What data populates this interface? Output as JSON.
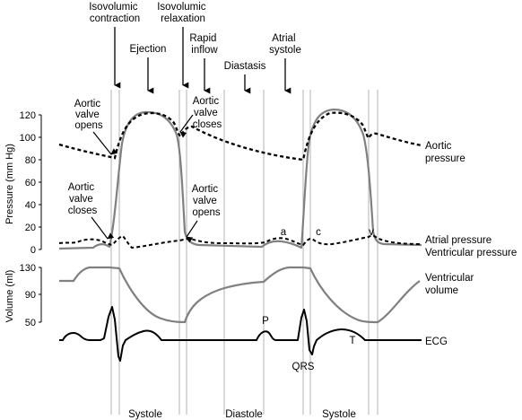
{
  "phases_top": {
    "isovolumic_contraction": [
      "Isovolumic",
      "contraction"
    ],
    "isovolumic_relaxation": [
      "Isovolumic",
      "relaxation"
    ],
    "ejection": "Ejection",
    "rapid_inflow": [
      "Rapid",
      "inflow"
    ],
    "diastasis": "Diastasis",
    "atrial_systole": [
      "Atrial",
      "systole"
    ]
  },
  "annotations": {
    "aortic_opens_top": [
      "Aortic",
      "valve",
      "opens"
    ],
    "aortic_closes_top": [
      "Aortic",
      "valve",
      "closes"
    ],
    "aortic_closes_low": [
      "Aortic",
      "valve",
      "closes"
    ],
    "aortic_opens_low": [
      "Aortic",
      "valve",
      "opens"
    ],
    "wave_a": "a",
    "wave_c": "c",
    "wave_v": "v",
    "ecg_p": "P",
    "ecg_qrs": "QRS",
    "ecg_t": "T"
  },
  "axes": {
    "pressure_label": "Pressure (mm Hg)",
    "pressure_ticks": [
      "120",
      "100",
      "80",
      "60",
      "40",
      "20",
      "0"
    ],
    "volume_label": "Volume (ml)",
    "volume_ticks": [
      "130",
      "90",
      "50"
    ]
  },
  "curve_labels": {
    "aortic_pressure": [
      "Aortic",
      "pressure"
    ],
    "atrial_pressure": "Atrial pressure",
    "ventricular_pressure": "Ventricular pressure",
    "ventricular_volume": [
      "Ventricular",
      "volume"
    ],
    "ecg": "ECG"
  },
  "bottom_labels": {
    "systole_1": "Systole",
    "diastole": "Diastole",
    "systole_2": "Systole"
  },
  "colors": {
    "ventricular_curve": "#808080",
    "aortic_curve": "#000000",
    "guide_line": "#b3b3b3"
  }
}
